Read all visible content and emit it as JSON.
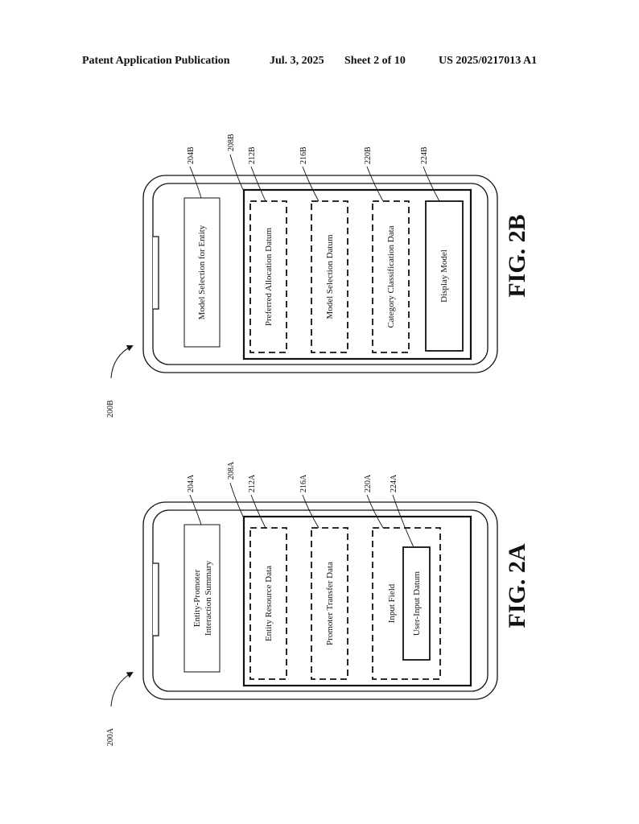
{
  "header": {
    "publication": "Patent Application Publication",
    "date": "Jul. 3, 2025",
    "sheet": "Sheet 2 of 10",
    "number": "US 2025/0217013 A1"
  },
  "fig2a": {
    "caption": "FIG. 2A",
    "device_ref": "200A",
    "summary_line1": "Entity-Promoter",
    "summary_line2": "Interaction Summary",
    "summary_ref": "204A",
    "panel_ref": "208A",
    "resource_label": "Entity Resource Data",
    "resource_ref": "212A",
    "transfer_label": "Promoter Transfer Data",
    "transfer_ref": "216A",
    "input_label": "Input Field",
    "input_ref": "220A",
    "user_input_label": "User-Input Datum",
    "user_input_ref": "224A"
  },
  "fig2b": {
    "caption": "FIG. 2B",
    "device_ref": "200B",
    "model_selection_label": "Model Selection for Entity",
    "model_selection_ref": "204B",
    "panel_ref": "208B",
    "allocation_label": "Preferred Allocation Datum",
    "allocation_ref": "212B",
    "model_datum_label": "Model Selection Datum",
    "model_datum_ref": "216B",
    "category_label": "Category Classification Data",
    "category_ref": "220B",
    "display_label": "Display Model",
    "display_ref": "224B"
  }
}
